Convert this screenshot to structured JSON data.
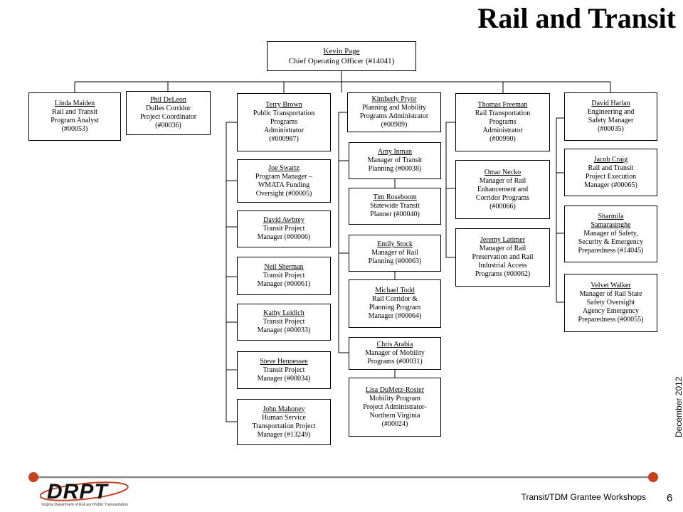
{
  "page_title": "Rail and Transit",
  "date_text": "December 2012",
  "footer_text": "Transit/TDM Grantee Workshops",
  "page_number": "6",
  "logo": {
    "wordmark": "DRPT",
    "tagline": "Virginia Department of Rail and Public Transportation"
  },
  "colors": {
    "accent_red": "#c8401e",
    "rule_gray": "#888888"
  },
  "org": {
    "top": {
      "name": "Kevin Page",
      "title": "Chief Operating Officer (#14041)"
    },
    "nodes": [
      {
        "name": "Linda Maiden",
        "title": "Rail and Transit\nProgram Analyst\n(#00053)"
      },
      {
        "name": "Phil DeLeon",
        "title": "Dulles Corridor\nProject Coordinator\n(#00036)"
      },
      {
        "name": "Terry Brown",
        "title": "Public Transportation\nPrograms\nAdministrator\n(#000987)"
      },
      {
        "name": "Joe Swartz",
        "title": "Program Manager –\nWMATA Funding\nOversight (#00005)"
      },
      {
        "name": "David Awbrey",
        "title": "Transit Project\nManager (#00006)"
      },
      {
        "name": "Neil Sherman",
        "title": "Transit Project\nManager (#00061)"
      },
      {
        "name": "Kathy Leidich",
        "title": "Transit Project\nManager (#00033)"
      },
      {
        "name": "Steve Hennessee",
        "title": "Transit Project\nManager (#00034)"
      },
      {
        "name": "John Mahoney",
        "title": "Human Service\nTransportation Project\nManager (#13249)"
      },
      {
        "name": "Kimberly Pryor",
        "title": "Planning and Mobility\nPrograms Administrator\n(#00989)"
      },
      {
        "name": "Amy Inman",
        "title": "Manager of Transit\nPlanning (#00038)"
      },
      {
        "name": "Tim Roseboom",
        "title": "Statewide Transit\nPlanner (#00040)"
      },
      {
        "name": "Emily Stock",
        "title": "Manager of Rail\nPlanning (#00063)"
      },
      {
        "name": "Michael Todd",
        "title": "Rail Corridor &\nPlanning Program\nManager (#00064)"
      },
      {
        "name": "Chris Arabia",
        "title": "Manager of Mobility\nPrograms (#00031)"
      },
      {
        "name": "Lisa DuMetz-Rosier",
        "title": "Mobility Program\nProject Administrator-\nNorthern Virginia\n(#00024)"
      },
      {
        "name": "Thomas Freeman",
        "title": "Rail Transportation\nPrograms\nAdministrator\n(#00990)"
      },
      {
        "name": "Omar Necko",
        "title": "Manager of Rail\nEnhancement and\nCorridor Programs\n(#00066)"
      },
      {
        "name": "Jeremy Latimer",
        "title": "Manager of Rail\nPreservation and Rail\nIndustrial Access\nPrograms (#00062)"
      },
      {
        "name": "David Harlan",
        "title": "Engineering and\nSafety Manager\n(#00035)"
      },
      {
        "name": "Jacob Craig",
        "title": "Rail and Transit\nProject Execution\nManager (#00065)"
      },
      {
        "name": "Sharmila\nSamarasinghe",
        "title": "Manager of Safety,\nSecurity & Emergency\nPreparedness (#14045)"
      },
      {
        "name": "Velvet Walker",
        "title": "Manager of Rail State\nSafety Oversight\nAgency Emergency\nPreparedness (#00055)"
      }
    ]
  }
}
